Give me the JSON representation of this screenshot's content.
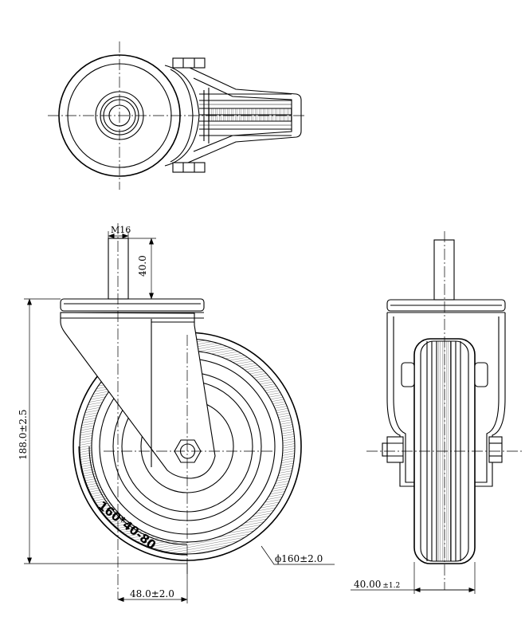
{
  "dimensions": {
    "thread": "M16",
    "stem_length": "40.0",
    "overall_height": "188.0±2.5",
    "wheel_diameter": "ϕ160±2.0",
    "swivel_offset": "48.0±2.0",
    "tread_width_value": "40.00",
    "tread_width_tol": "±1.2"
  },
  "wheel_marking": "160*40-80"
}
